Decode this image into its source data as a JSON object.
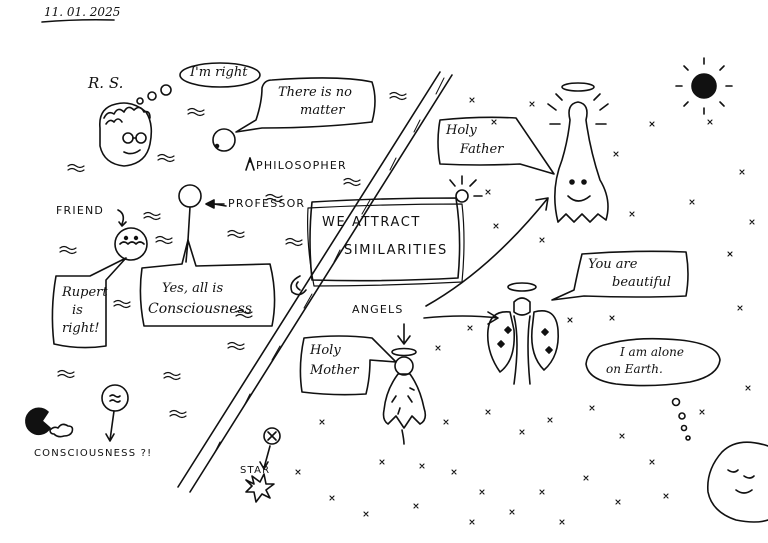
{
  "date": "11. 01. 2025",
  "rs_label": "R. S.",
  "rs_thought": "I'm right",
  "philosopher": {
    "speech_line1": "There is no",
    "speech_line2": "matter",
    "label": "PHILOSOPHER"
  },
  "professor": {
    "label": "PROFESSOR",
    "speech_line1": "Yes, all is",
    "speech_line2": "Consciousness"
  },
  "friend": {
    "label": "FRIEND",
    "speech_line1": "Rupert",
    "speech_line2": "is",
    "speech_line3": "right!"
  },
  "consciousness_label": "CONSCIOUSNESS ?!",
  "center_box": {
    "line1": "WE ATTRACT",
    "line2": "SIMILARITIES"
  },
  "angels_label": "ANGELS",
  "holy_father": {
    "line1": "Holy",
    "line2": "Father"
  },
  "holy_mother": {
    "line1": "Holy",
    "line2": "Mother"
  },
  "angel_speech": {
    "line1": "You are",
    "line2": "beautiful"
  },
  "earth_thought": {
    "line1": "I am alone",
    "line2": "on Earth."
  },
  "star_label": "STAR"
}
